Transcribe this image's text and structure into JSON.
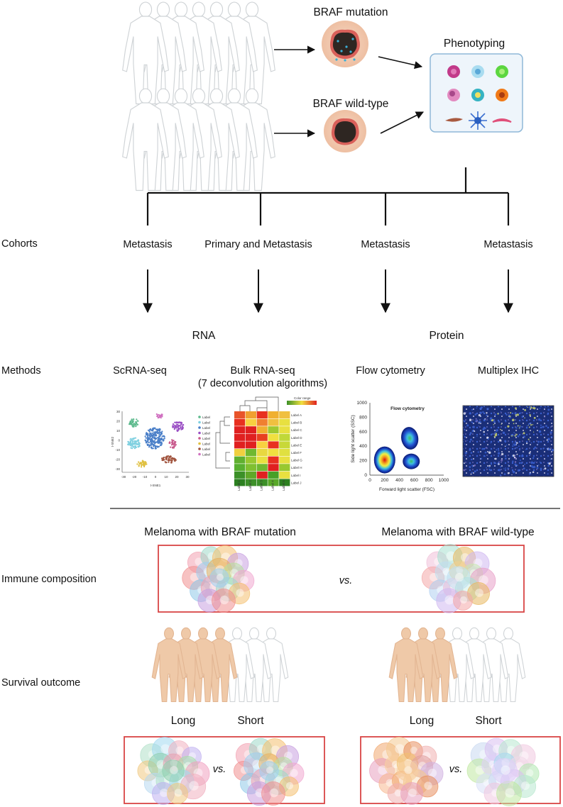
{
  "groups": {
    "mutation": "BRAF mutation",
    "wildtype": "BRAF wild-type",
    "phenotyping": "Phenotyping"
  },
  "rows": {
    "cohorts": "Cohorts",
    "methods": "Methods",
    "immune": "Immune composition",
    "survival": "Survival outcome"
  },
  "cohorts": [
    "Metastasis",
    "Primary and Metastasis",
    "Metastasis",
    "Metastasis"
  ],
  "categories": {
    "rna": "RNA",
    "protein": "Protein"
  },
  "methods": {
    "scrna": "ScRNA-seq",
    "bulk_line1": "Bulk RNA-seq",
    "bulk_line2": "(7 deconvolution algorithms)",
    "flow": "Flow cytometry",
    "ihc": "Multiplex IHC"
  },
  "tsne": {
    "xlabel": "t-SNE1",
    "ylabel": "t-SNE2",
    "xticks": [
      "-30",
      "-20",
      "-10",
      "0",
      "10",
      "20",
      "30"
    ],
    "yticks": [
      "30",
      "20",
      "10",
      "0",
      "-10",
      "-20",
      "-30"
    ],
    "legend": [
      "Label",
      "Label",
      "Label",
      "Label",
      "Label",
      "Label",
      "Label",
      "Label"
    ],
    "cluster_colors": [
      "#5bb98c",
      "#7fd0e0",
      "#4a7fc8",
      "#9a4fc4",
      "#c8598c",
      "#e0c040",
      "#a0523c",
      "#d070c0"
    ]
  },
  "heatmap": {
    "row_labels": [
      "Label A",
      "Label B",
      "Label C",
      "Label D",
      "Label E",
      "Label F",
      "Label G",
      "Label H",
      "Label I",
      "Label J"
    ],
    "col_labels": [
      "Label 1",
      "Label 2",
      "Label 3",
      "Label 4",
      "Label 5"
    ],
    "legend_title": "Color range",
    "colors": [
      [
        "#e8542a",
        "#f0a030",
        "#e83020",
        "#f0b030",
        "#f0c040"
      ],
      [
        "#e83020",
        "#f8d040",
        "#f08030",
        "#f0c040",
        "#e8e040"
      ],
      [
        "#e02020",
        "#e02020",
        "#f0b030",
        "#a0c830",
        "#e8e040"
      ],
      [
        "#e02020",
        "#e02020",
        "#e84020",
        "#f0e040",
        "#c0d838"
      ],
      [
        "#e02020",
        "#e02020",
        "#f8d040",
        "#e83020",
        "#c8d838"
      ],
      [
        "#f0d040",
        "#70b830",
        "#e8d840",
        "#f0e040",
        "#e0e040"
      ],
      [
        "#60b030",
        "#98c830",
        "#e8e040",
        "#e83020",
        "#e8e040"
      ],
      [
        "#58b030",
        "#80c030",
        "#70b830",
        "#e02020",
        "#98c830"
      ],
      [
        "#3c9028",
        "#60a828",
        "#e02020",
        "#48a028",
        "#e8e040"
      ],
      [
        "#2c8020",
        "#3c9028",
        "#3c9028",
        "#58a828",
        "#2c8020"
      ]
    ]
  },
  "flow": {
    "title": "Flow cytometry",
    "xlabel": "Forward light scatter (FSC)",
    "ylabel": "Side light scatter (SSC)",
    "xticks": [
      "0",
      "200",
      "400",
      "600",
      "800",
      "1000"
    ],
    "yticks": [
      "0",
      "200",
      "400",
      "600",
      "800",
      "1000"
    ],
    "xlim": [
      0,
      1000
    ],
    "ylim": [
      0,
      1000
    ]
  },
  "comparison": {
    "mutation_title": "Melanoma with BRAF mutation",
    "wildtype_title": "Melanoma with BRAF wild-type",
    "vs": "vs.",
    "long": "Long",
    "short": "Short"
  },
  "palette": {
    "frame_red": "#d94545",
    "skin": "#efc9a8",
    "outline": "#cfd3d6",
    "arrow": "#111111",
    "phenotype_border": "#8fb8d8",
    "phenotype_fill": "#eef5fb"
  }
}
